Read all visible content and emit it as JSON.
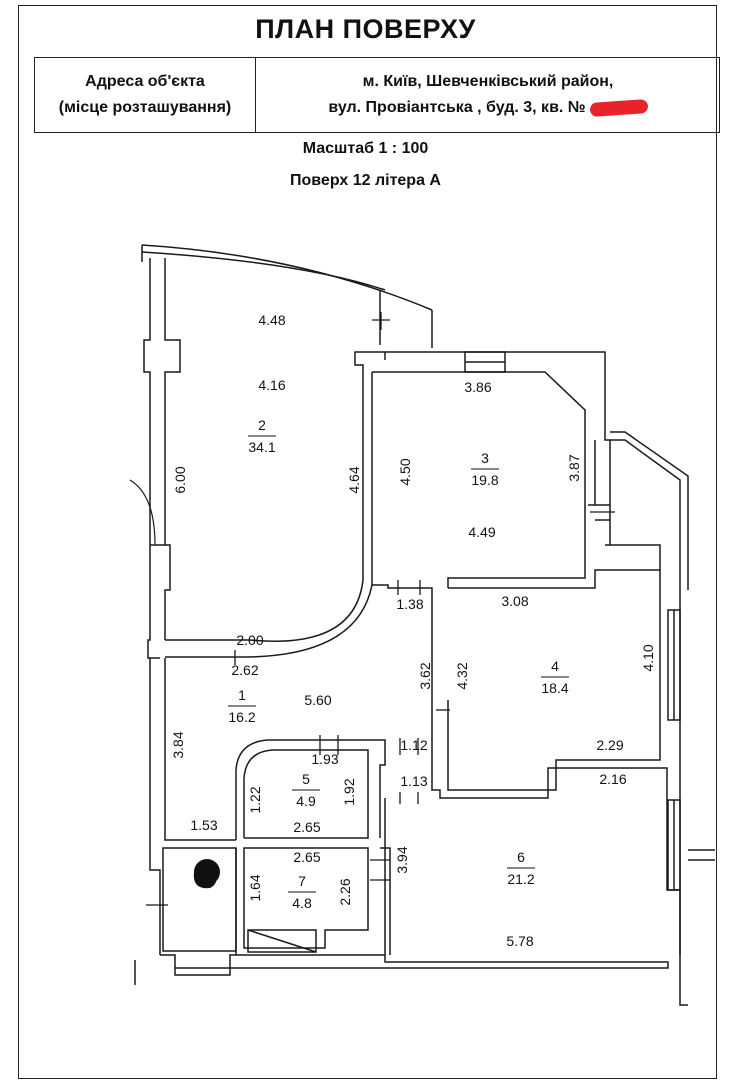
{
  "title": "ПЛАН ПОВЕРХУ",
  "address": {
    "label_line1": "Адреса об'єкта",
    "label_line2": "(місце розташування)",
    "value_line1": "м. Київ, Шевченківський район,",
    "value_line2": "вул. Провіантська , буд. 3,  кв. №"
  },
  "scale": "Масштаб 1 : 100",
  "floor": "Поверх 12  літера А",
  "rooms": [
    {
      "number": "1",
      "area": "16.2"
    },
    {
      "number": "2",
      "area": "34.1"
    },
    {
      "number": "3",
      "area": "19.8"
    },
    {
      "number": "4",
      "area": "18.4"
    },
    {
      "number": "5",
      "area": "4.9"
    },
    {
      "number": "6",
      "area": "21.2"
    },
    {
      "number": "7",
      "area": "4.8"
    }
  ],
  "dimensions": {
    "r2_top": "4.48",
    "r2_mid": "4.16",
    "r2_left": "6.00",
    "r2_right": "4.64",
    "r2_bottom": "2.00",
    "r3_top": "3.86",
    "r3_left": "4.50",
    "r3_right": "3.87",
    "r3_bottom": "4.49",
    "door_1_38": "1.38",
    "r4_top": "3.08",
    "r4_left_outer": "3.62",
    "r4_left": "4.32",
    "r4_right": "4.10",
    "r4_bottom": "2.29",
    "r1_top": "2.62",
    "r1_right": "5.60",
    "r1_left": "3.84",
    "d_1_12": "1.12",
    "d_1_13": "1.13",
    "r5_top": "1.93",
    "r5_left": "1.22",
    "r5_right": "1.92",
    "r5_bottom": "2.65",
    "d_1_53": "1.53",
    "r7_top": "2.65",
    "r7_left": "1.64",
    "r7_right": "2.26",
    "r6_top": "2.16",
    "r6_left": "3.94",
    "r6_bottom": "5.78"
  }
}
